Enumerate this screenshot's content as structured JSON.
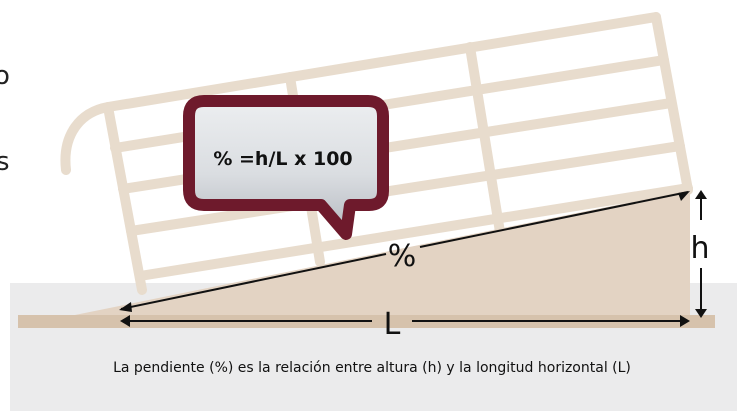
{
  "diagram": {
    "formula": "% =h/L x 100",
    "labels": {
      "slope": "%",
      "height": "h",
      "length": "L"
    },
    "caption": "La pendiente (%) es la relación entre altura (h) y la longitud horizontal (L)",
    "cropped_left_text": [
      "o",
      "s"
    ],
    "colors": {
      "ramp": "#e3d3c3",
      "railing": "#e8dccd",
      "ground_strip": "#d6c2ac",
      "panel": "#ebebec",
      "bubble_border": "#6e1a2c",
      "bubble_fill_top": "#e9eaec",
      "bubble_fill_bottom": "#b9bdc4",
      "text": "#111111",
      "lines": "#111111"
    }
  }
}
